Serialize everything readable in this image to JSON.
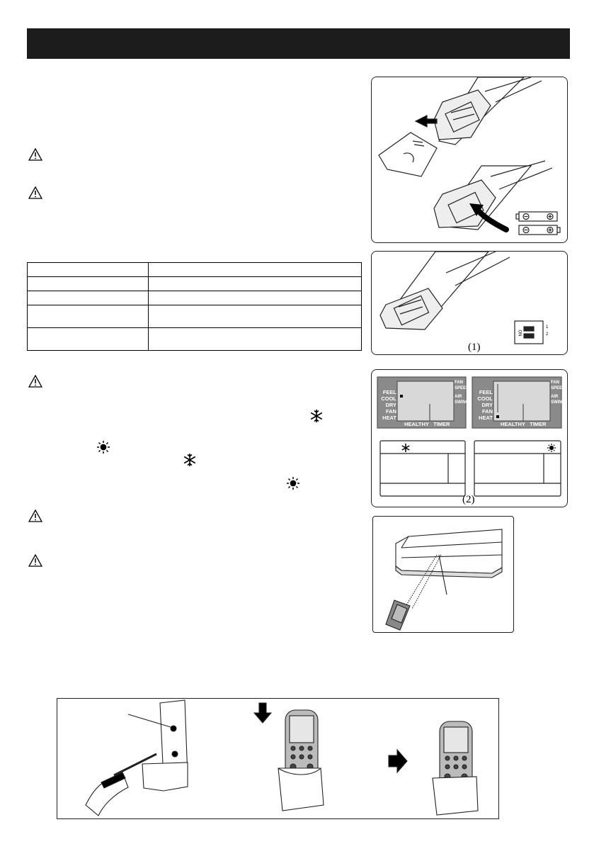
{
  "figure1": {
    "caption": "(1)",
    "switch_label": "ON",
    "switch_pos_1": "1",
    "switch_pos_2": "2"
  },
  "figure2": {
    "caption": "(2)",
    "lcd_left_labels": [
      "FEEL",
      "COOL",
      "DRY",
      "FAN",
      "HEAT"
    ],
    "lcd_right_labels": [
      "FAN",
      "SPEED",
      "AIR",
      "SWING"
    ],
    "lcd_bottom_labels": [
      "HEALTHY",
      "TIMER"
    ]
  },
  "icons": {
    "warning": "warning-triangle-icon",
    "snowflake": "snowflake-icon",
    "sun": "sun-icon"
  },
  "colors": {
    "header": "#1c1c1c",
    "lcd": "#8a8a8a"
  }
}
